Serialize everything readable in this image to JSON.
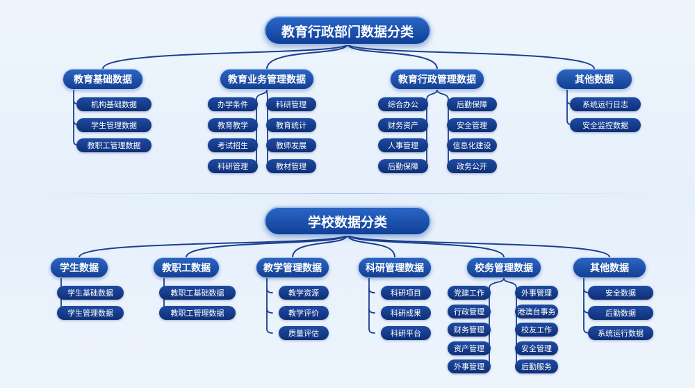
{
  "sections": [
    {
      "title": "教育行政部门数据分类",
      "categories": [
        {
          "label": "教育基础数据",
          "items": [
            "机构基础数据",
            "学生管理数据",
            "教职工管理数据"
          ]
        },
        {
          "label": "教育业务管理数据",
          "columns": [
            [
              "办学条件",
              "教育教学",
              "考试招生",
              "科研管理"
            ],
            [
              "科研管理",
              "教育统计",
              "教师发展",
              "教材管理"
            ]
          ]
        },
        {
          "label": "教育行政管理数据",
          "columns": [
            [
              "综合办公",
              "财务资产",
              "人事管理",
              "后勤保障"
            ],
            [
              "后勤保障",
              "安全管理",
              "信息化建设",
              "政务公开"
            ]
          ]
        },
        {
          "label": "其他数据",
          "items": [
            "系统运行日志",
            "安全监控数据"
          ]
        }
      ]
    },
    {
      "title": "学校数据分类",
      "categories": [
        {
          "label": "学生数据",
          "items": [
            "学生基础数据",
            "学生管理数据"
          ]
        },
        {
          "label": "教职工数据",
          "items": [
            "教职工基础数据",
            "教职工管理数据"
          ]
        },
        {
          "label": "教学管理数据",
          "items": [
            "教学资源",
            "教学评价",
            "质量评估"
          ]
        },
        {
          "label": "科研管理数据",
          "items": [
            "科研项目",
            "科研成果",
            "科研平台"
          ]
        },
        {
          "label": "校务管理数据",
          "columns": [
            [
              "党建工作",
              "行政管理",
              "财务管理",
              "资产管理",
              "外事管理"
            ],
            [
              "外事管理",
              "港澳台事务",
              "校友工作",
              "安全管理",
              "后勤服务"
            ]
          ]
        },
        {
          "label": "其他数据",
          "items": [
            "安全数据",
            "后勤数据",
            "系统运行数据"
          ]
        }
      ]
    }
  ],
  "colors": {
    "connector": "#1a3f8f",
    "root_fill": "#1b4fa8",
    "category_fill": "#1d4fa6",
    "leaf_fill": "#143a86"
  }
}
